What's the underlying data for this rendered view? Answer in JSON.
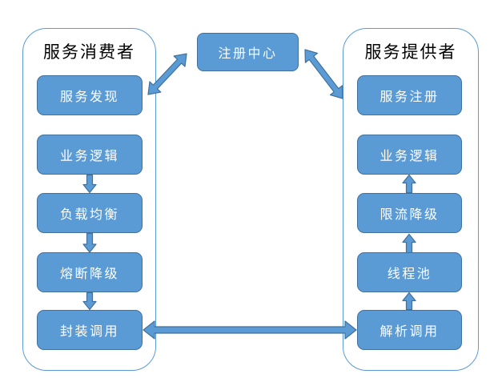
{
  "diagram": {
    "colors": {
      "background": "#ffffff",
      "node_fill": "#5b9bd5",
      "node_border": "#41719c",
      "container_border": "#5b9bd5",
      "arrow_fill": "#5b9bd5",
      "arrow_border": "#41719c",
      "title_text": "#000000",
      "node_text": "#ffffff"
    },
    "registry": {
      "label": "注册中心"
    },
    "consumer": {
      "title": "服务消费者",
      "nodes": [
        "服务发现",
        "业务逻辑",
        "负载均衡",
        "熔断降级",
        "封装调用"
      ]
    },
    "provider": {
      "title": "服务提供者",
      "nodes": [
        "服务注册",
        "业务逻辑",
        "限流降级",
        "线程池",
        "解析调用"
      ]
    },
    "edges": [
      {
        "from": "服务发现",
        "to": "注册中心",
        "type": "bidirectional-diagonal"
      },
      {
        "from": "注册中心",
        "to": "服务注册",
        "type": "bidirectional-diagonal"
      },
      {
        "from": "业务逻辑",
        "to": "负载均衡",
        "type": "down"
      },
      {
        "from": "负载均衡",
        "to": "熔断降级",
        "type": "down"
      },
      {
        "from": "熔断降级",
        "to": "封装调用",
        "type": "down"
      },
      {
        "from": "封装调用",
        "to": "解析调用",
        "type": "bidirectional-horizontal"
      },
      {
        "from": "解析调用",
        "to": "线程池",
        "type": "up"
      },
      {
        "from": "线程池",
        "to": "限流降级",
        "type": "up"
      },
      {
        "from": "限流降级",
        "to": "业务逻辑",
        "type": "up"
      }
    ]
  }
}
